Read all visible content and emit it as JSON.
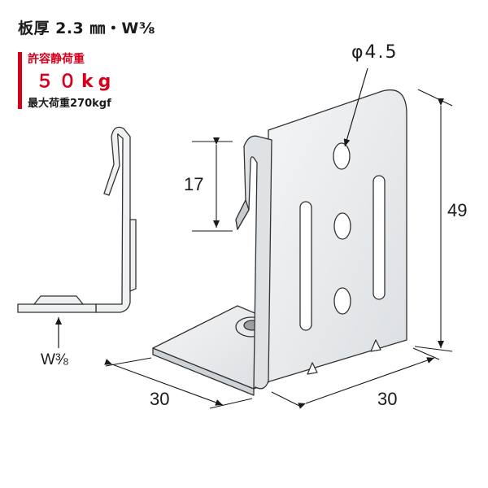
{
  "spec": {
    "text": "板厚 2.3 ㎜・W⅜"
  },
  "load": {
    "label": "許容静荷重",
    "value": "５０kg",
    "max": "最大荷重270kgf",
    "color": "#d6001c"
  },
  "dimensions": {
    "hole": "φ4.5",
    "slot_span": "17",
    "height": "49",
    "depth": "30",
    "width": "30"
  },
  "bolt": {
    "label": "W⅜"
  }
}
